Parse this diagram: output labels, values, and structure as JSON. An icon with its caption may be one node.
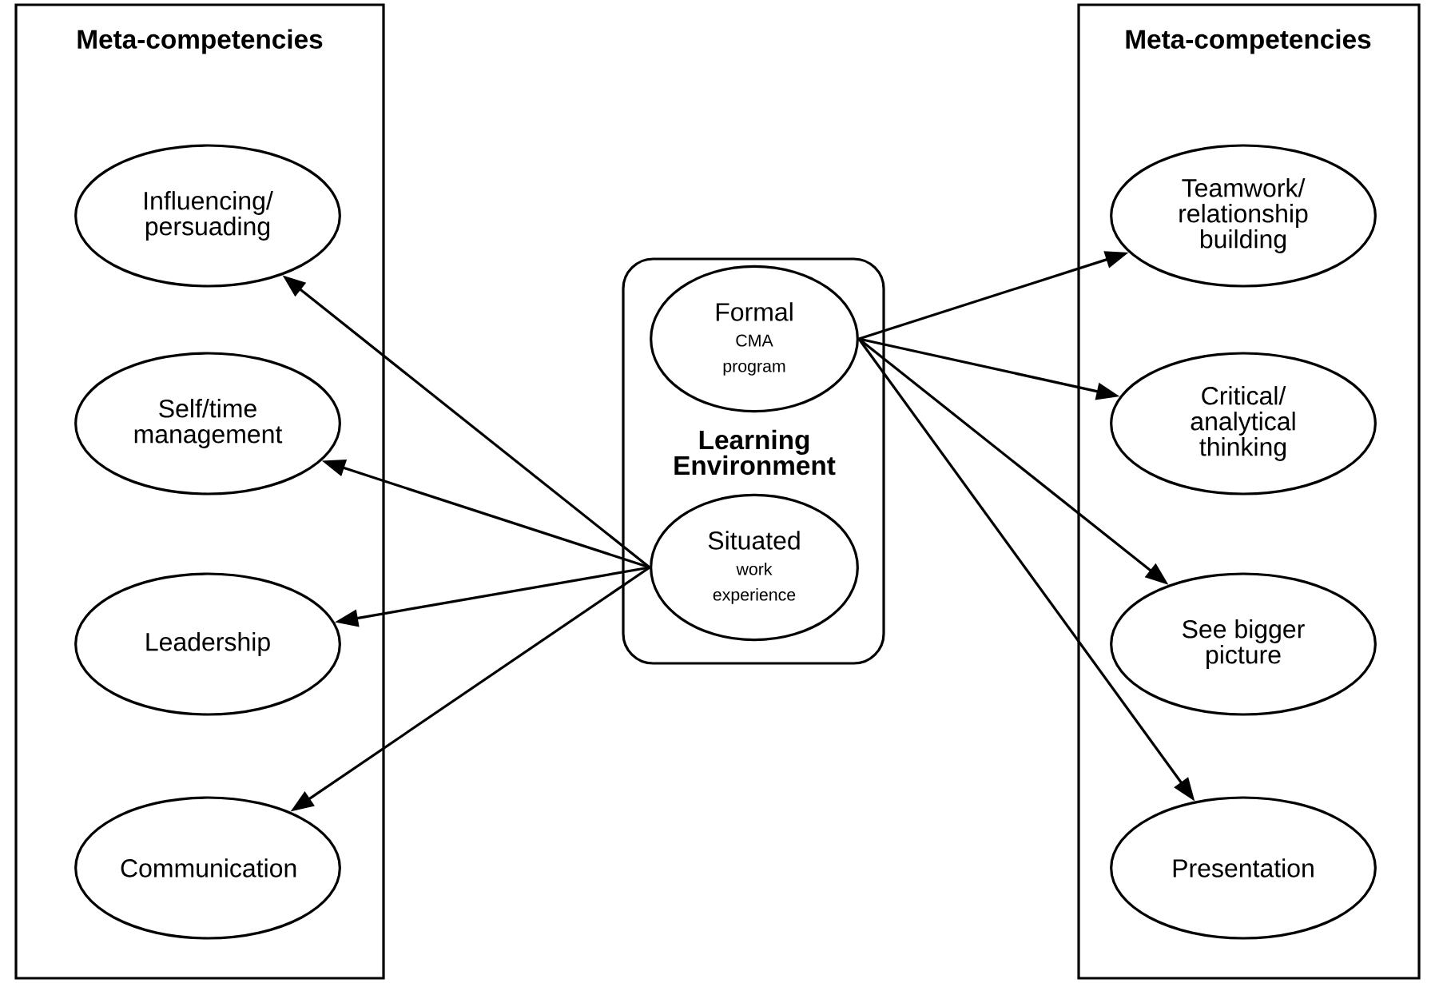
{
  "diagram": {
    "nodes": [
      {
        "text": [
          "Meta-competencies"
        ]
      },
      {
        "text": [
          "Influencing/ persuading"
        ],
        "in": 0
      },
      {
        "text": [
          "Self/time management"
        ],
        "in": 0
      },
      {
        "text": [
          "Leadership"
        ],
        "in": 0
      },
      {
        "text": [
          "Communication"
        ],
        "in": 0
      },
      {
        "text": [
          "Learning Environment"
        ]
      },
      {
        "text": [
          "Formal",
          "CMA program"
        ],
        "in": 5
      },
      {
        "text": [
          "Situated",
          "work experience"
        ],
        "in": 5
      },
      {
        "text": [
          "Meta-competencies"
        ]
      },
      {
        "text": [
          "Teamwork/ relationship building"
        ],
        "in": 8
      },
      {
        "text": [
          "Critical/ analytical thinking"
        ],
        "in": 8
      },
      {
        "text": [
          "See bigger picture"
        ],
        "in": 8
      },
      {
        "text": [
          "Presentation"
        ],
        "in": 8
      }
    ],
    "edges": [
      {
        "from": 7,
        "to": 1,
        "arrow": "to"
      },
      {
        "from": 7,
        "to": 2,
        "arrow": "to"
      },
      {
        "from": 7,
        "to": 3,
        "arrow": "to"
      },
      {
        "from": 7,
        "to": 4,
        "arrow": "to"
      },
      {
        "from": 6,
        "to": 9,
        "arrow": "to"
      },
      {
        "from": 6,
        "to": 10,
        "arrow": "to"
      },
      {
        "from": 6,
        "to": 11,
        "arrow": "to"
      },
      {
        "from": 6,
        "to": 12,
        "arrow": "to"
      }
    ]
  }
}
